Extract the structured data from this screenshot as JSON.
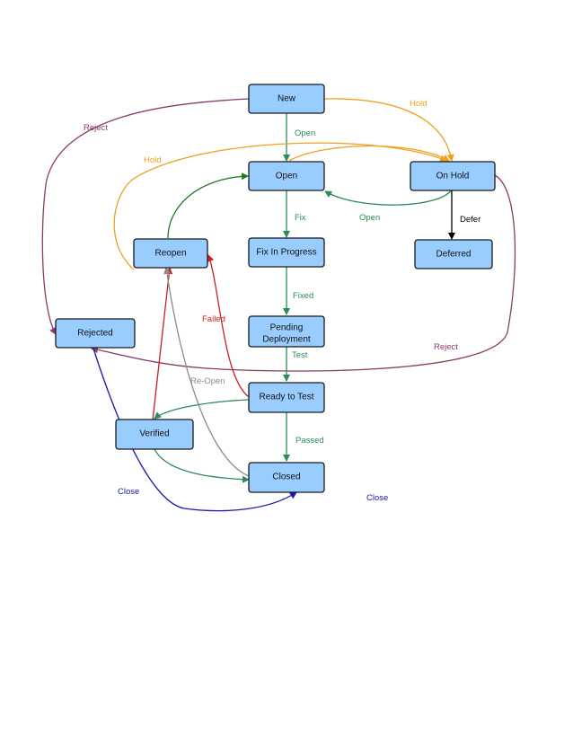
{
  "diagram": {
    "nodes": {
      "new": "New",
      "open": "Open",
      "on_hold": "On Hold",
      "reopen": "Reopen",
      "fix_in_progress": "Fix In Progress",
      "deferred": "Deferred",
      "rejected": "Rejected",
      "pending_line1": "Pending",
      "pending_line2": "Deployment",
      "ready_to_test": "Ready to Test",
      "verified": "Verified",
      "closed": "Closed"
    },
    "edges": {
      "reject_new": "Reject",
      "hold_new": "Hold",
      "open_new": "Open",
      "hold_reopen": "Hold",
      "fix": "Fix",
      "open_onhold": "Open",
      "defer": "Defer",
      "fixed": "Fixed",
      "failed": "Failed",
      "test": "Test",
      "reject_onhold": "Reject",
      "reopen_closed": "Re-Open",
      "passed": "Passed",
      "close_rejected": "Close",
      "close_verified": "Close"
    },
    "colors": {
      "node_fill": "#99ccff",
      "green": "#2e8b57",
      "orange": "#f0a020",
      "purple": "#8b3a6b",
      "red": "#cc1f1f",
      "gray": "#8c8c8c",
      "blue": "#1a1aaa",
      "dark_green": "#1e7a1e",
      "black": "#000000"
    }
  }
}
